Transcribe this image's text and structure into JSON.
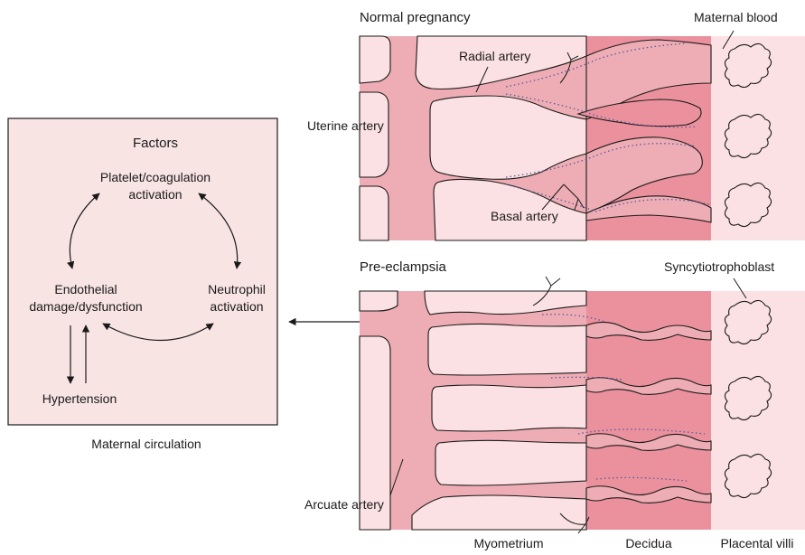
{
  "factors_box": {
    "title": "Factors",
    "platelet_line1": "Platelet/coagulation",
    "platelet_line2": "activation",
    "endothelial_line1": "Endothelial",
    "endothelial_line2": "damage/dysfunction",
    "neutrophil_line1": "Neutrophil",
    "neutrophil_line2": "activation",
    "hypertension": "Hypertension",
    "caption": "Maternal circulation"
  },
  "normal_panel": {
    "title": "Normal pregnancy",
    "maternal_blood": "Maternal blood",
    "radial_artery": "Radial artery",
    "uterine_artery": "Uterine artery",
    "basal_artery": "Basal artery"
  },
  "preeclampsia_panel": {
    "title": "Pre-eclampsia",
    "syncytiotrophoblast": "Syncytiotrophoblast",
    "arcuate_artery": "Arcuate artery"
  },
  "regions": {
    "myometrium": "Myometrium",
    "decidua": "Decidua",
    "placental_villi": "Placental villi"
  },
  "colors": {
    "box_fill": "#f9e4e4",
    "tissue_light": "#fbe1e3",
    "vessel": "#eeadb4",
    "decidua": "#eb919d",
    "villi_fill": "#fbe1e3",
    "dots": "#5a5aa0",
    "outline": "#1a1a1a"
  }
}
